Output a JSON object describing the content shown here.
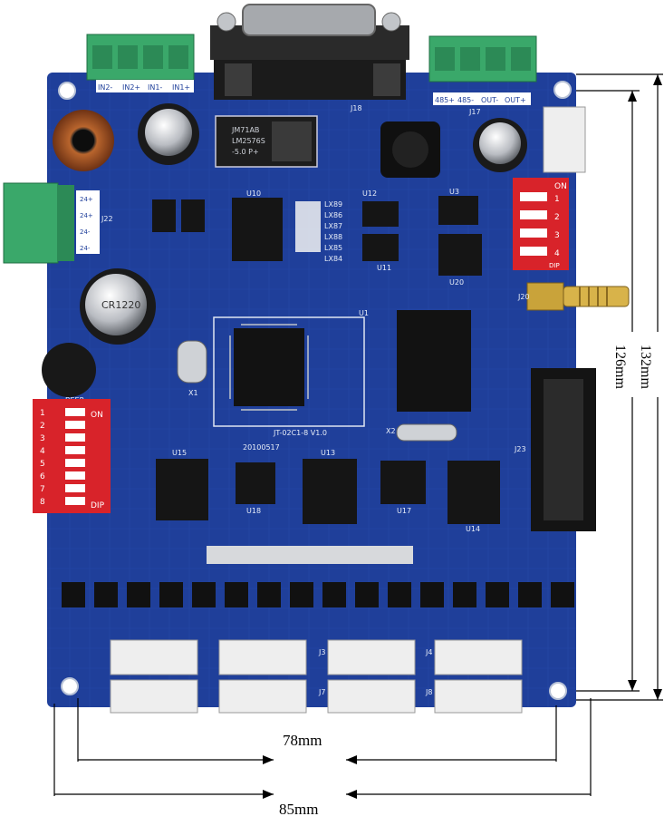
{
  "labels": {
    "conn_in": [
      "IN2-",
      "IN2+",
      "IN1-",
      "IN1+"
    ],
    "conn_out": [
      "485+",
      "485-",
      "OUT-",
      "OUT+"
    ],
    "conn_left": [
      "24+",
      "24+",
      "24-",
      "24-"
    ],
    "board_name": "JT-02C1-8 V1.0",
    "board_date": "20100517",
    "chip_reg": [
      "JM71AB",
      "LM2576S",
      "-5.0 P+"
    ],
    "coin_cell": "CR1220",
    "buzzer": "BEEP",
    "sw_dip_on": "ON",
    "sw_dip_label": "DIP",
    "sw2_nums": [
      "1",
      "2",
      "3",
      "4"
    ],
    "sw8_nums": [
      "1",
      "2",
      "3",
      "4",
      "5",
      "6",
      "7",
      "8"
    ],
    "u_refs": [
      "U10",
      "U12",
      "U3",
      "U13",
      "U15",
      "U18",
      "U17",
      "U14",
      "U20",
      "U11",
      "U1"
    ],
    "j_refs": [
      "J18",
      "J17",
      "J22",
      "J23",
      "J20",
      "J3",
      "J4",
      "J7",
      "J8"
    ],
    "x_refs": [
      "X1",
      "X2"
    ],
    "leds": [
      "LX89",
      "LX86",
      "LX87",
      "LX88",
      "LX85",
      "LX84"
    ]
  },
  "dimensions": {
    "width_inner": "78mm",
    "width_outer": "85mm",
    "height_inner": "126mm",
    "height_outer": "132mm"
  },
  "colors": {
    "pcb": "#1f3f9a",
    "pcb_dark": "#16307c",
    "terminal": "#3aa86a",
    "dip": "#d8232a",
    "gold": "#c9a33a",
    "connector_white": "#eeeeee"
  }
}
